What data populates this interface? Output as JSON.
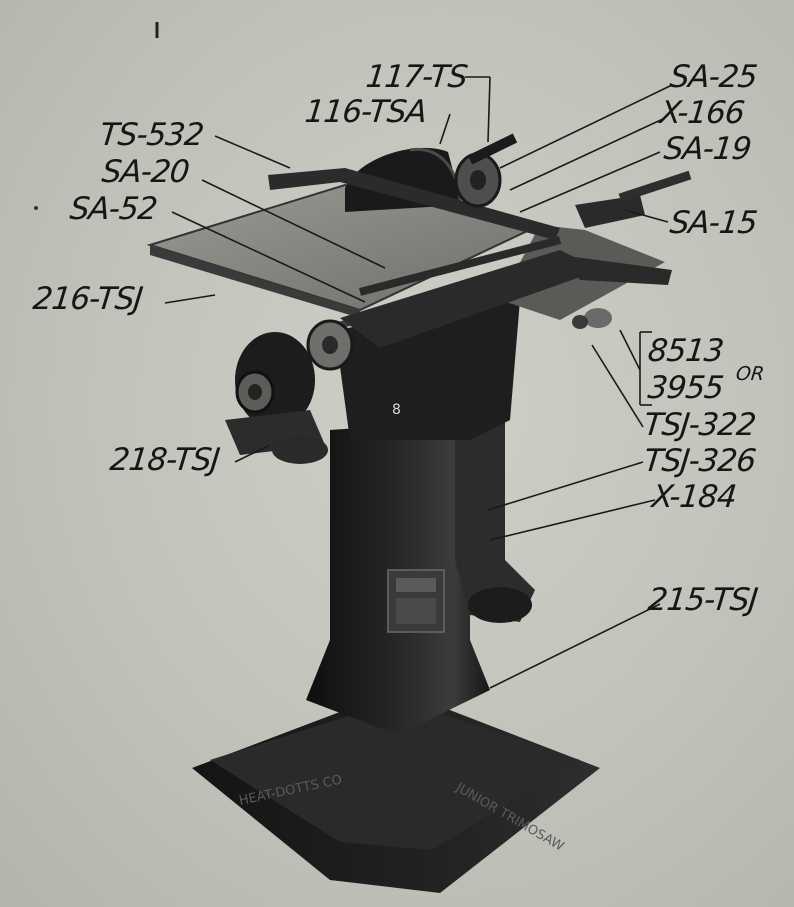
{
  "callouts": {
    "ts117": "117-TS",
    "tsa116": "116-TSA",
    "ts532": "TS-532",
    "sa20": "SA-20",
    "sa52": "SA-52",
    "sa25": "SA-25",
    "x166": "X-166",
    "sa19": "SA-19",
    "sa15": "SA-15",
    "tsj216": "216-TSJ",
    "n8513": "8513",
    "n3955": "3955",
    "or": "OR",
    "tsj322": "TSJ-322",
    "tsj326": "TSJ-326",
    "x184": "X-184",
    "tsj218": "218-TSJ",
    "tsj215": "215-TSJ"
  },
  "markings": {
    "base_left": "HEAT-DOTTS CO",
    "base_right": "JUNIOR TRIMOSAW"
  },
  "colors": {
    "background": "#c4c4bd",
    "casting": "#1b1b1b",
    "table": "#8a8a85",
    "ink": "#161616"
  }
}
